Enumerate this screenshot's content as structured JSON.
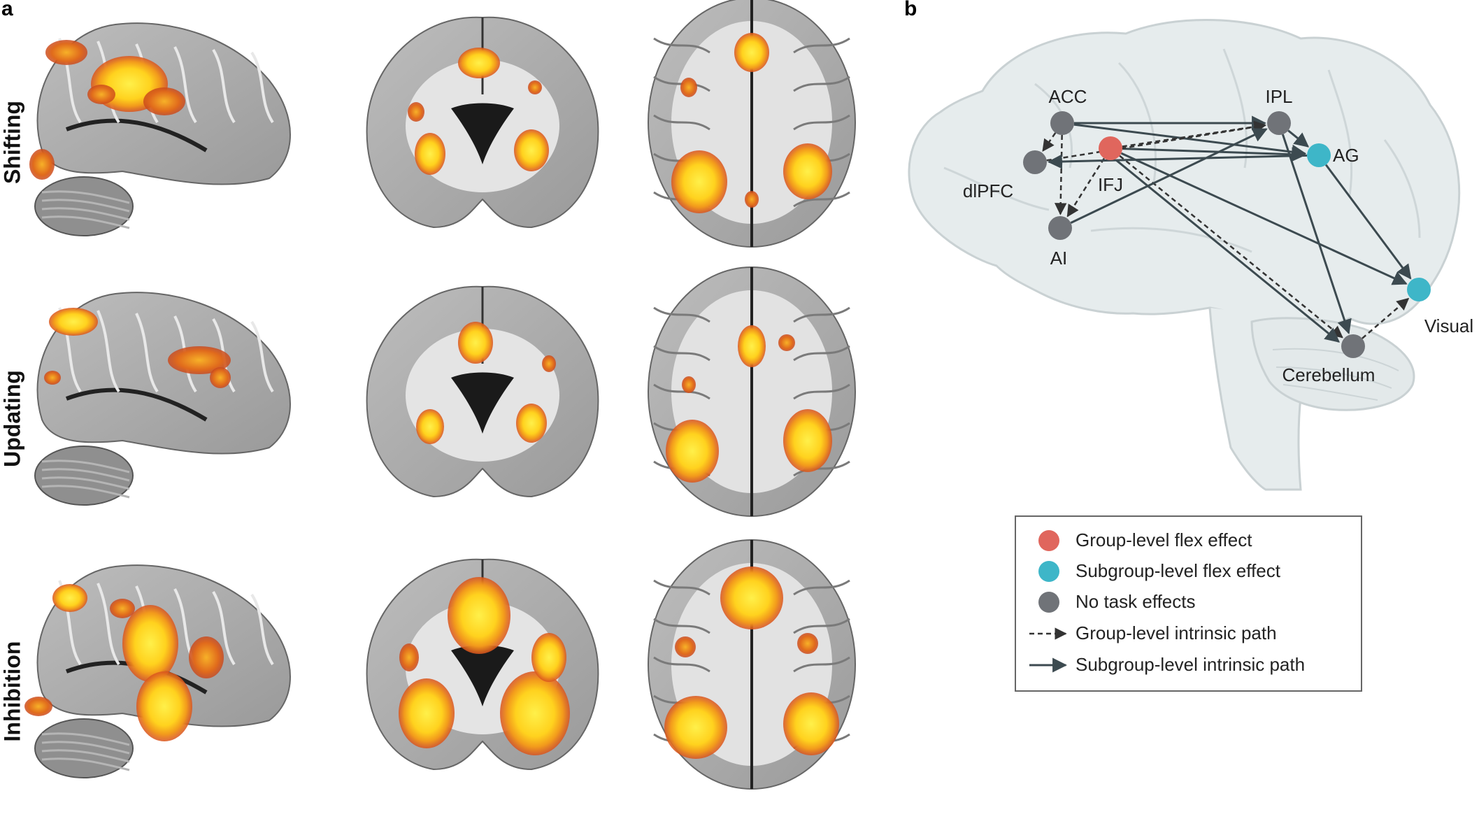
{
  "panels": {
    "a": "a",
    "b": "b"
  },
  "rows": [
    {
      "label": "Shifting"
    },
    {
      "label": "Updating"
    },
    {
      "label": "Inhibition"
    }
  ],
  "views": [
    "sagittal",
    "coronal",
    "axial"
  ],
  "network": {
    "nodes": [
      {
        "id": "ACC",
        "label": "ACC",
        "type": "none"
      },
      {
        "id": "IPL",
        "label": "IPL",
        "type": "none"
      },
      {
        "id": "AG",
        "label": "AG",
        "type": "subgroup"
      },
      {
        "id": "IFJ",
        "label": "IFJ",
        "type": "group"
      },
      {
        "id": "dlPFC",
        "label": "dlPFC",
        "type": "none"
      },
      {
        "id": "AI",
        "label": "AI",
        "type": "none"
      },
      {
        "id": "Visual",
        "label": "Visual",
        "type": "subgroup"
      },
      {
        "id": "Cerebellum",
        "label": "Cerebellum",
        "type": "none"
      }
    ],
    "edges": [
      {
        "from": "ACC",
        "to": "IPL",
        "style": "solid"
      },
      {
        "from": "ACC",
        "to": "AG",
        "style": "solid"
      },
      {
        "from": "ACC",
        "to": "dlPFC",
        "style": "dashed"
      },
      {
        "from": "ACC",
        "to": "AI",
        "style": "dashed"
      },
      {
        "from": "IFJ",
        "to": "IPL",
        "style": "dashed"
      },
      {
        "from": "IFJ",
        "to": "AG",
        "style": "solid"
      },
      {
        "from": "IFJ",
        "to": "Visual",
        "style": "solid"
      },
      {
        "from": "IFJ",
        "to": "Cerebellum",
        "style": "dashed"
      },
      {
        "from": "IFJ",
        "to": "Cerebellum",
        "style": "solid"
      },
      {
        "from": "IFJ",
        "to": "AI",
        "style": "dashed"
      },
      {
        "from": "dlPFC",
        "to": "IPL",
        "style": "dashed"
      },
      {
        "from": "AG",
        "to": "dlPFC",
        "style": "solid"
      },
      {
        "from": "AI",
        "to": "IPL",
        "style": "solid"
      },
      {
        "from": "IPL",
        "to": "AG",
        "style": "solid"
      },
      {
        "from": "IPL",
        "to": "Cerebellum",
        "style": "solid"
      },
      {
        "from": "AG",
        "to": "Visual",
        "style": "solid"
      },
      {
        "from": "Cerebellum",
        "to": "Visual",
        "style": "dashed"
      }
    ]
  },
  "legend": {
    "items": [
      {
        "kind": "circle",
        "color": "#e0665d",
        "label": "Group-level flex effect"
      },
      {
        "kind": "circle",
        "color": "#3eb6c8",
        "label": "Subgroup-level flex effect"
      },
      {
        "kind": "circle",
        "color": "#707378",
        "label": "No task effects"
      },
      {
        "kind": "dashed-arrow",
        "color": "#333333",
        "label": "Group-level intrinsic path"
      },
      {
        "kind": "solid-arrow",
        "color": "#3c4a50",
        "label": "Subgroup-level intrinsic path"
      }
    ]
  },
  "colors": {
    "group": "#e0665d",
    "subgroup": "#3eb6c8",
    "none": "#707378",
    "brain_fill": "#e6eced",
    "activation_hot": "#ffe23a",
    "activation_mid": "#f5a623",
    "activation_low": "#d9531e"
  }
}
